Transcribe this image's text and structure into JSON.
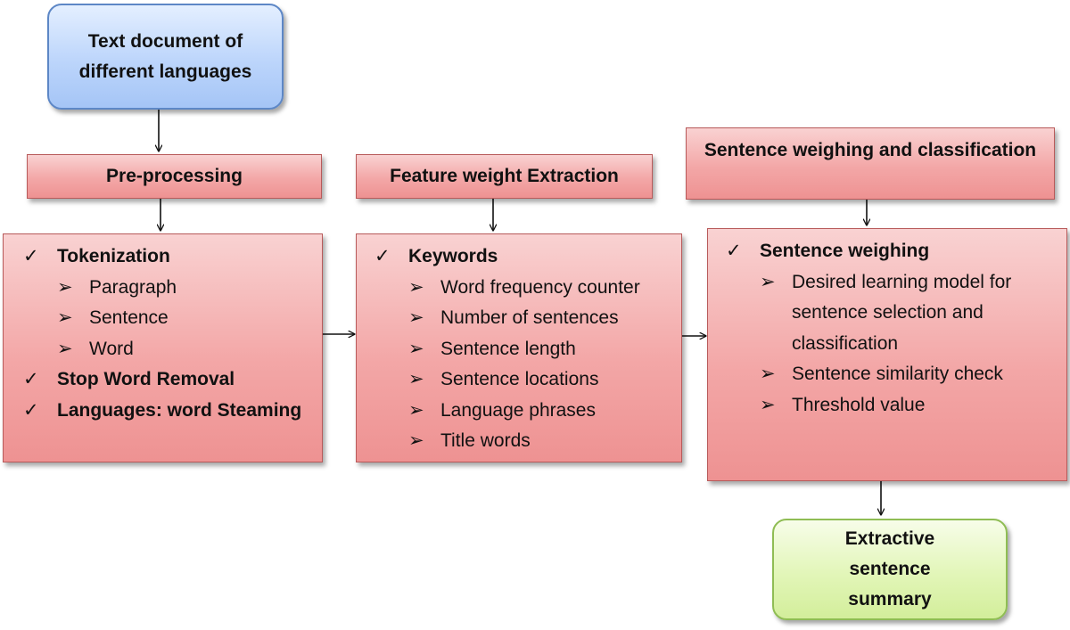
{
  "diagram": {
    "start_node": {
      "label": "Text document of different languages"
    },
    "end_node": {
      "label": "Extractive sentence summary"
    },
    "preprocessing": {
      "title": "Pre-processing",
      "items": [
        {
          "kind": "main",
          "label": "Tokenization"
        },
        {
          "kind": "sub",
          "label": "Paragraph"
        },
        {
          "kind": "sub",
          "label": "Sentence"
        },
        {
          "kind": "sub",
          "label": "Word"
        },
        {
          "kind": "main",
          "label": "Stop Word Removal"
        },
        {
          "kind": "main",
          "label": "Languages: word Steaming"
        }
      ]
    },
    "feature": {
      "title": "Feature weight Extraction",
      "items": [
        {
          "kind": "main",
          "label": "Keywords"
        },
        {
          "kind": "sub",
          "label": "Word frequency counter"
        },
        {
          "kind": "sub",
          "label": "Number of sentences"
        },
        {
          "kind": "sub",
          "label": "Sentence length"
        },
        {
          "kind": "sub",
          "label": "Sentence locations"
        },
        {
          "kind": "sub",
          "label": "Language phrases"
        },
        {
          "kind": "sub",
          "label": "Title words"
        }
      ]
    },
    "weighing": {
      "title": "Sentence weighing and classification",
      "items": [
        {
          "kind": "main",
          "label": "Sentence weighing"
        },
        {
          "kind": "sub",
          "label": "Desired learning model for sentence selection and classification"
        },
        {
          "kind": "sub",
          "label": "Sentence similarity check"
        },
        {
          "kind": "sub",
          "label": "Threshold value"
        }
      ]
    },
    "markers": {
      "main": "✓",
      "sub": "➢"
    }
  }
}
